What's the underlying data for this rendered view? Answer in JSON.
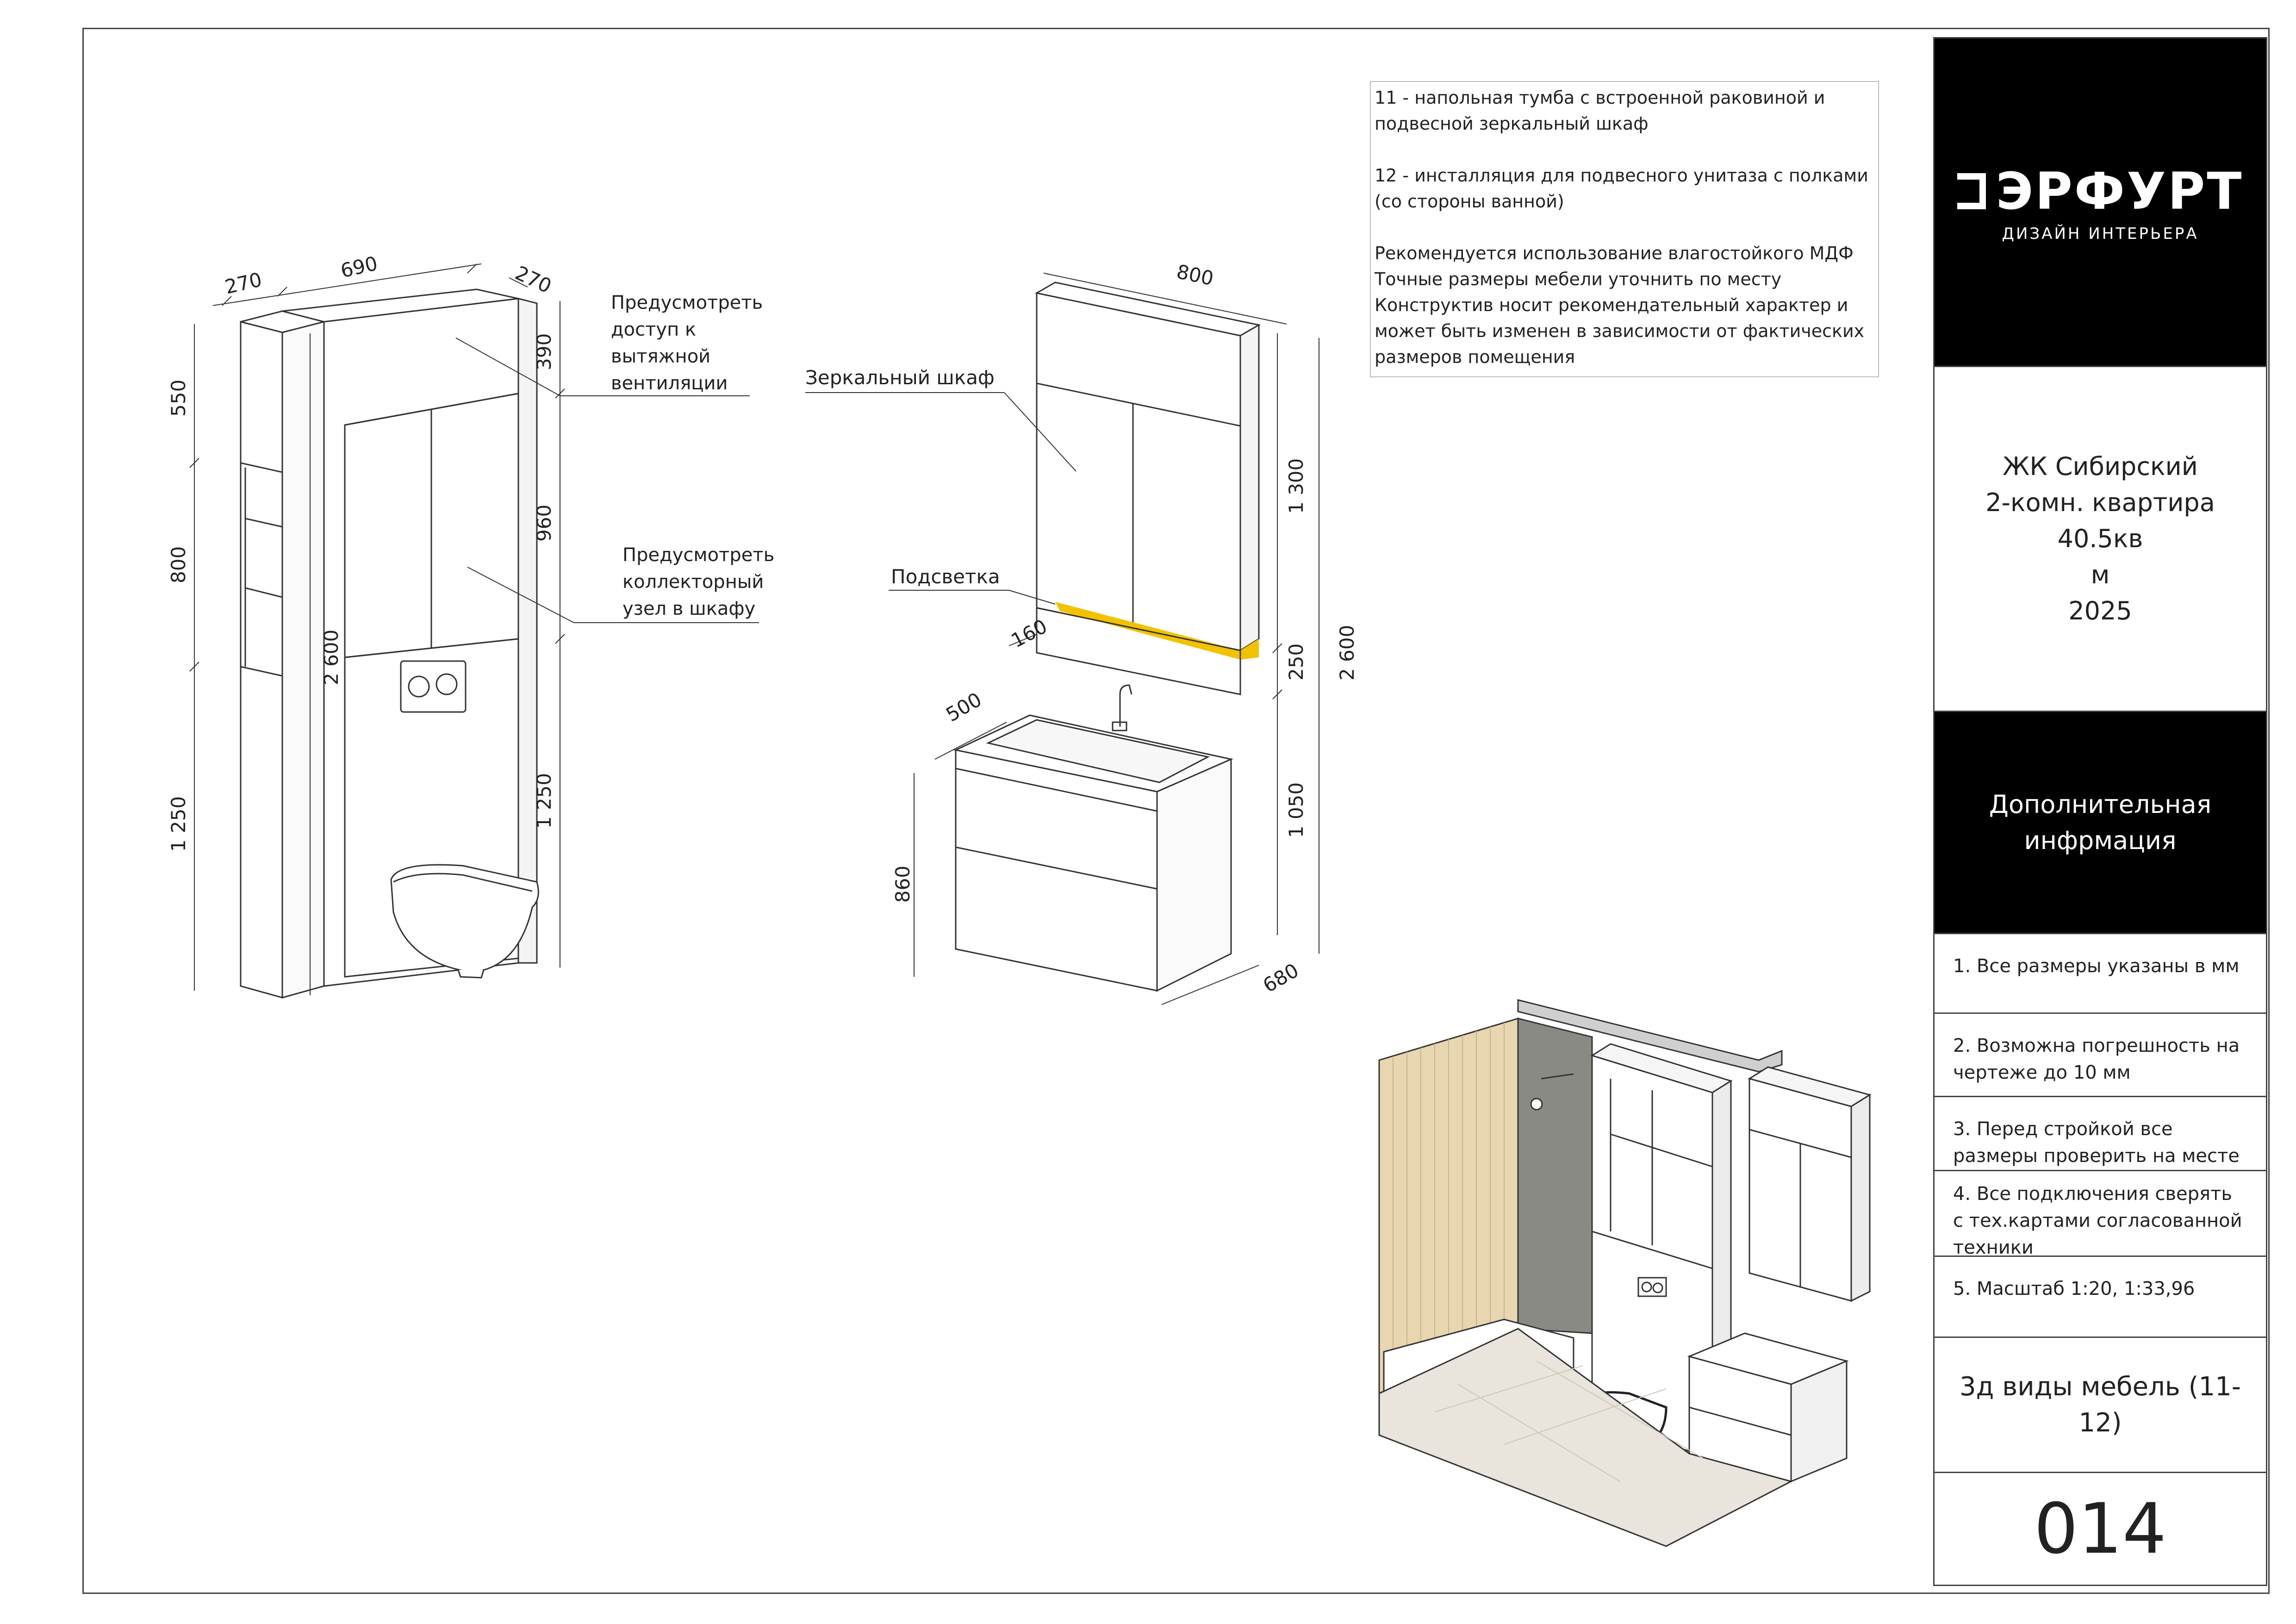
{
  "notes": {
    "line1": "11 - напольная тумба с встроенной раковиной и подвесной зеркальный шкаф",
    "line2": "12 - инсталляция для подвесного унитаза  с полками (со стороны ванной)",
    "line3": "Рекомендуется использование влагостойкого МДФ\nТочные размеры мебели уточнить по месту\nКонструктив носит рекомендательный характер и может быть изменен в зависимости от фактических размеров помещения"
  },
  "drawing1": {
    "dim_top_left": "270",
    "dim_top_mid": "690",
    "dim_top_right": "270",
    "dim_upper": "550",
    "dim_middle": "800",
    "dim_lower": "1 250",
    "dim_total": "2 600",
    "dim_r1": "390",
    "dim_r2": "960",
    "dim_r3": "1 250",
    "callout_ventilation": "Предусмотреть\nдоступ к\nвытяжной\nвентиляции",
    "callout_collector": "Предусмотреть\nколлекторный\nузел в шкафу"
  },
  "drawing2": {
    "dim_width": "800",
    "dim_mirror_height": "1 300",
    "dim_gap": "250",
    "dim_floor": "1 050",
    "dim_total": "2 600",
    "dim_light": "160",
    "dim_basin_depth": "500",
    "dim_cabinet_height": "860",
    "dim_cabinet_depth": "680",
    "label_mirror": "Зеркальный шкаф",
    "label_light": "Подсветка"
  },
  "colors": {
    "accent": "#f2c200",
    "tile": "#e8d6b0",
    "wall_grey": "#8a8a84",
    "floor": "#e9e4dc"
  },
  "sidebar": {
    "logo_text": "ЭРФУРТ",
    "logo_sub": "ДИЗАЙН ИНТЕРЬЕРА",
    "project": "ЖК Сибирский\n2-комн. квартира 40.5кв\nм\n2025",
    "section": "Дополнительная\nинфрмация",
    "note1": "1. Все размеры указаны в мм",
    "note2": "2. Возможна погрешность на чертеже до 10 мм",
    "note3": "3. Перед стройкой все размеры проверить на месте",
    "note4": "4. Все подключения сверять с тех.картами согласованной техники",
    "note5": "5. Масштаб 1:20, 1:33,96",
    "sheet_title": "3д виды мебель (11-12)",
    "sheet_number": "014"
  }
}
